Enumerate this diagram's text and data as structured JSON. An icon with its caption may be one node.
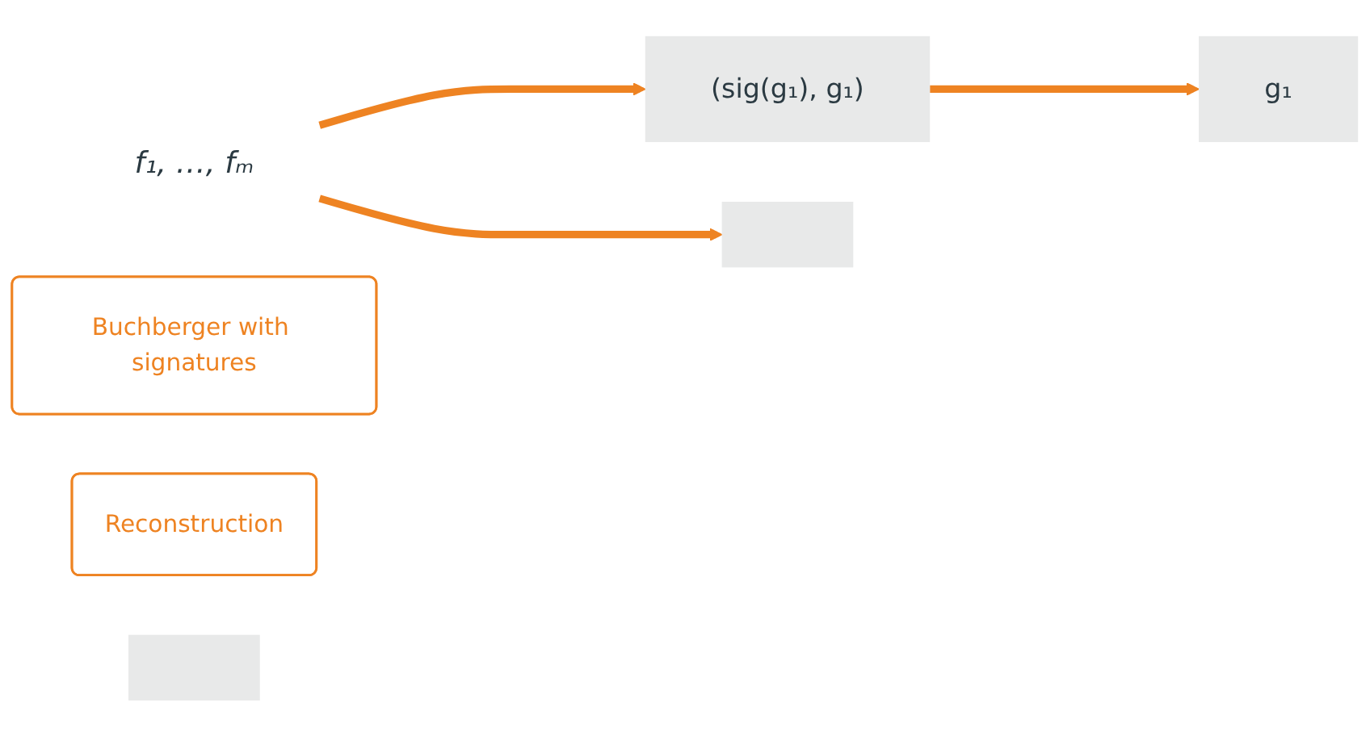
{
  "diagram": {
    "nodes": [
      {
        "text": [
          "f₁, …, fₘ"
        ]
      },
      {
        "text": [
          "Buchberger with signatures"
        ]
      },
      {
        "text": [
          "(sig(g₁), g₁)"
        ]
      },
      {
        "text": [],
        "shape": "box"
      },
      {
        "text": [
          "Reconstruction"
        ]
      },
      {
        "text": [
          "g₁"
        ]
      },
      {
        "text": [],
        "shape": "box"
      }
    ],
    "edges": [
      {
        "from": 0,
        "to": 2,
        "arrow": "to"
      },
      {
        "from": 0,
        "to": 3,
        "arrow": "to"
      },
      {
        "from": 2,
        "to": 5,
        "arrow": "to"
      }
    ]
  }
}
